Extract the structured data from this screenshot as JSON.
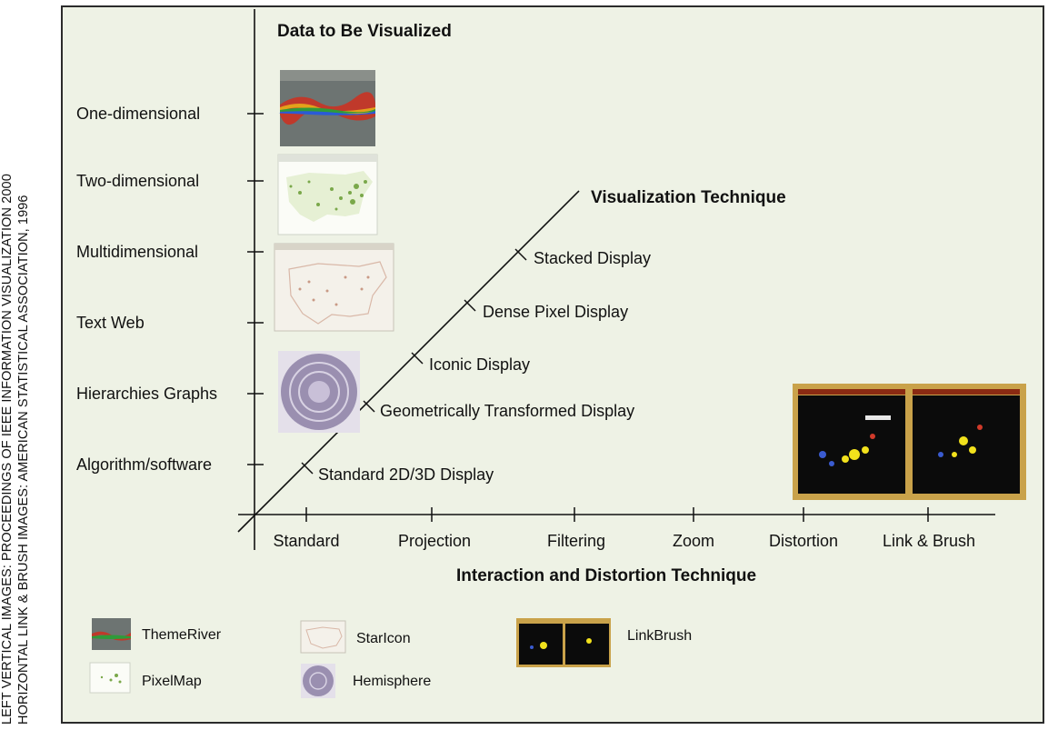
{
  "credits": {
    "line1": "LEFT VERTICAL IMAGES: PROCEEDINGS OF IEEE INFORMATION VISUALIZATION 2000",
    "line2": "HORIZONTAL LINK & BRUSH IMAGES: AMERICAN STATISTICAL ASSOCIATION, 1996"
  },
  "axes": {
    "vertical_title": "Data to Be Visualized",
    "diagonal_title": "Visualization Technique",
    "horizontal_title": "Interaction and Distortion Technique"
  },
  "data_types": [
    "One-dimensional",
    "Two-dimensional",
    "Multidimensional",
    "Text Web",
    "Hierarchies Graphs",
    "Algorithm/software"
  ],
  "vis_techniques": [
    "Standard 2D/3D Display",
    "Geometrically Transformed Display",
    "Iconic Display",
    "Dense Pixel Display",
    "Stacked Display"
  ],
  "interaction_techniques": [
    "Standard",
    "Projection",
    "Filtering",
    "Zoom",
    "Distortion",
    "Link & Brush"
  ],
  "legend": [
    {
      "name": "ThemeRiver",
      "icon": "themeriver-thumbnail"
    },
    {
      "name": "PixelMap",
      "icon": "pixelmap-thumbnail"
    },
    {
      "name": "StarIcon",
      "icon": "staricon-thumbnail"
    },
    {
      "name": "Hemisphere",
      "icon": "hemisphere-thumbnail"
    },
    {
      "name": "LinkBrush",
      "icon": "linkbrush-thumbnail"
    }
  ],
  "colors": {
    "panel_bg": "#eef2e5",
    "axis": "#111111",
    "linkbrush_frame": "#c9a24a"
  }
}
